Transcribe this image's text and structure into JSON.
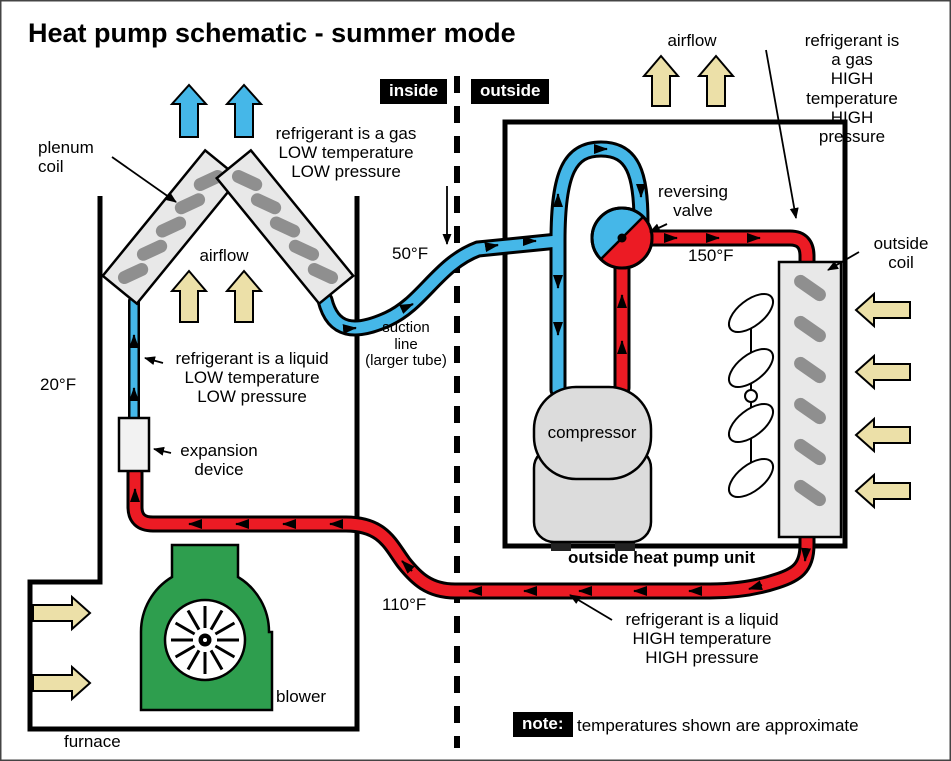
{
  "title": "Heat pump schematic - summer mode",
  "badges": {
    "inside": "inside",
    "outside": "outside",
    "note": "note:"
  },
  "note_text": "temperatures shown are approximate",
  "temperatures": {
    "indoor_liquid": "20°F",
    "suction": "50°F",
    "liquid_line": "110°F",
    "discharge": "150°F"
  },
  "labels": {
    "plenum_coil": "plenum\ncoil",
    "airflow_indoor": "airflow",
    "airflow_outdoor": "airflow",
    "gas_low": "refrigerant is a gas\nLOW temperature\nLOW pressure",
    "liquid_low": "refrigerant is a liquid\nLOW temperature\nLOW pressure",
    "gas_high": "refrigerant is a gas\nHIGH temperature\nHIGH pressure",
    "liquid_high": "refrigerant is a liquid\nHIGH temperature\nHIGH pressure",
    "suction_line": "suction\nline\n(larger tube)",
    "expansion_device": "expansion\ndevice",
    "reversing_valve": "reversing\nvalve",
    "compressor": "compressor",
    "outside_coil": "outside\ncoil",
    "outside_unit": "outside heat pump unit",
    "blower": "blower",
    "furnace": "furnace"
  },
  "colors": {
    "cold_pipe": "#45b7e8",
    "hot_pipe": "#ec1b24",
    "airflow_arrow": "#ece0a8",
    "blower_green": "#2e9e4e",
    "coil_fill": "#e8e8e8",
    "coil_slat": "#8f8f8f"
  }
}
